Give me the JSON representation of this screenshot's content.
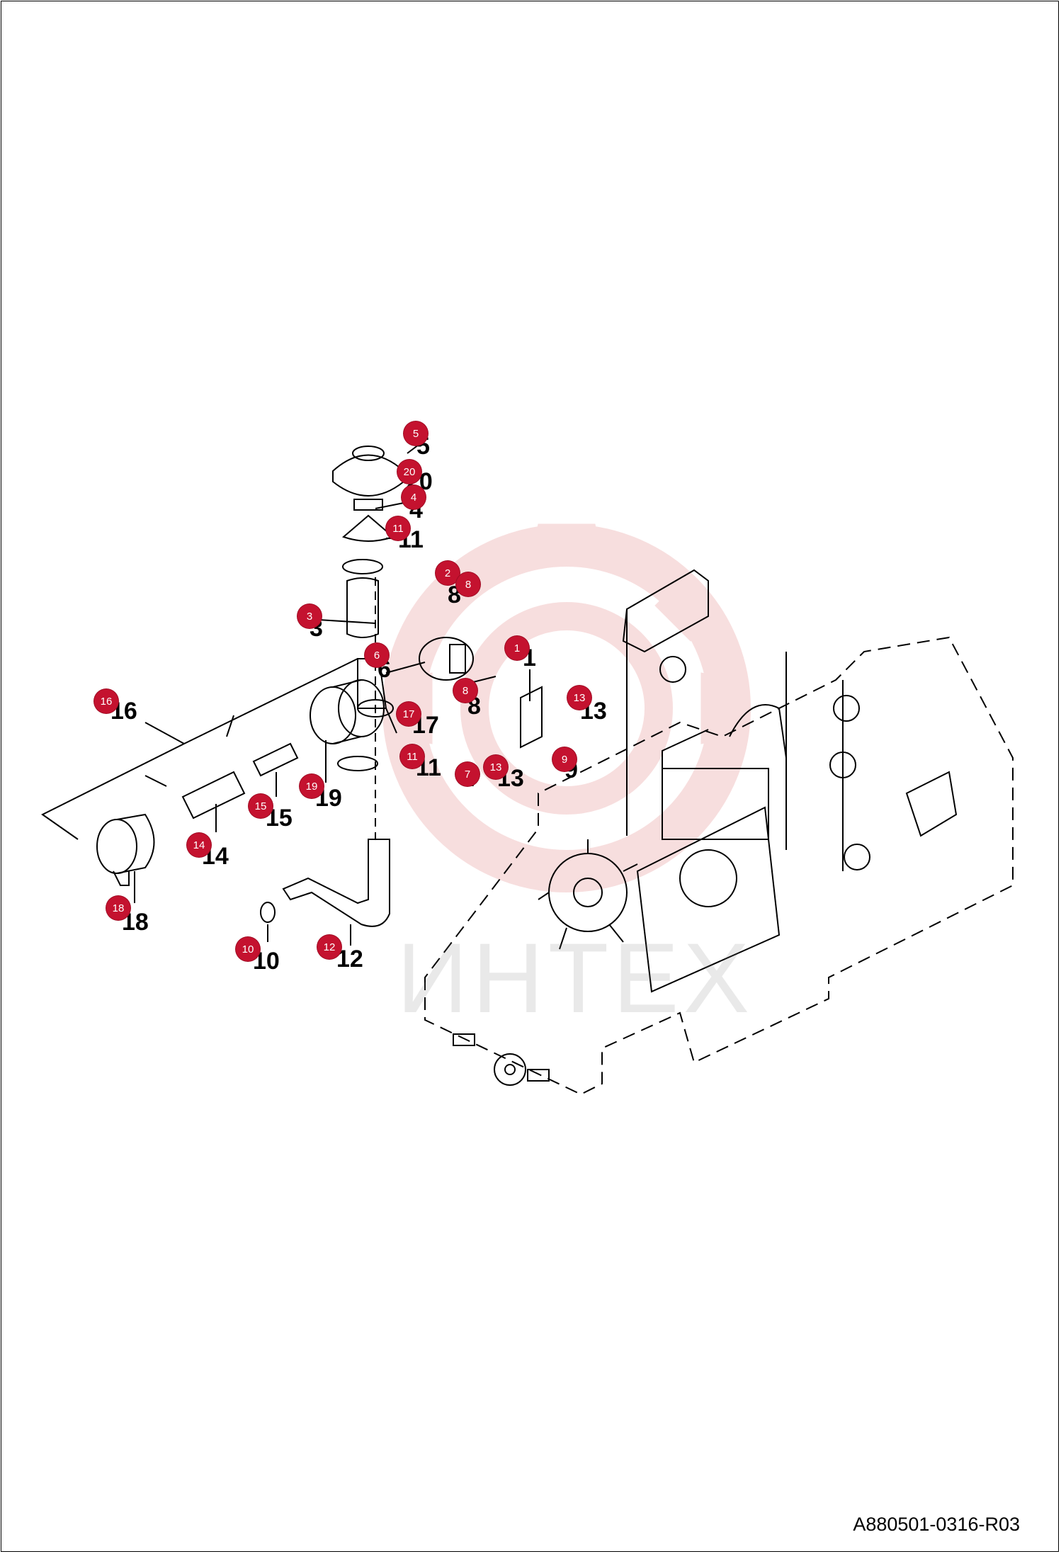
{
  "drawing_code": "A880501-0316-R03",
  "watermark": "ИНТЕХ",
  "callouts": [
    {
      "id": "5",
      "label": "5"
    },
    {
      "id": "20",
      "label": "20"
    },
    {
      "id": "4",
      "label": "4"
    },
    {
      "id": "11a",
      "label": "11"
    },
    {
      "id": "2",
      "label": "2"
    },
    {
      "id": "8a",
      "label": "8"
    },
    {
      "id": "3",
      "label": "3"
    },
    {
      "id": "6",
      "label": "6"
    },
    {
      "id": "1",
      "label": "1"
    },
    {
      "id": "8b",
      "label": "8"
    },
    {
      "id": "13a",
      "label": "13"
    },
    {
      "id": "16",
      "label": "16"
    },
    {
      "id": "17",
      "label": "17"
    },
    {
      "id": "7",
      "label": "7"
    },
    {
      "id": "13b",
      "label": "13"
    },
    {
      "id": "9",
      "label": "9"
    },
    {
      "id": "11b",
      "label": "11"
    },
    {
      "id": "19",
      "label": "19"
    },
    {
      "id": "15",
      "label": "15"
    },
    {
      "id": "14",
      "label": "14"
    },
    {
      "id": "18",
      "label": "18"
    },
    {
      "id": "10",
      "label": "10"
    },
    {
      "id": "12",
      "label": "12"
    }
  ],
  "colors": {
    "hotspot": "#c4122f",
    "line": "#000000",
    "watermark": "#e9a3a3"
  }
}
